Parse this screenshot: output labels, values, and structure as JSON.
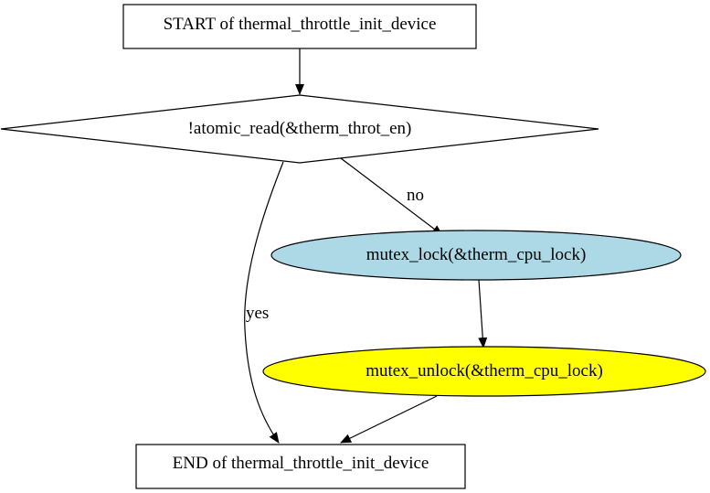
{
  "nodes": {
    "start": {
      "label": "START of thermal_throttle_init_device"
    },
    "condition": {
      "label": "!atomic_read(&therm_throt_en)"
    },
    "lock": {
      "label": "mutex_lock(&therm_cpu_lock)",
      "fill": "#add8e6"
    },
    "unlock": {
      "label": "mutex_unlock(&therm_cpu_lock)",
      "fill": "#ffff00"
    },
    "end": {
      "label": "END of thermal_throttle_init_device"
    }
  },
  "edges": {
    "no": {
      "label": "no"
    },
    "yes": {
      "label": "yes"
    }
  }
}
